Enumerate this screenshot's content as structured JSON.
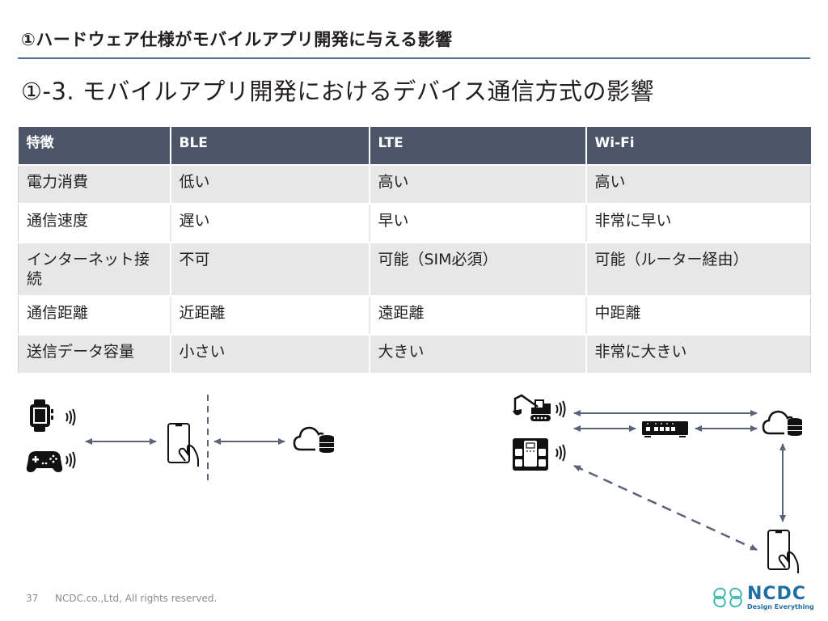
{
  "header": {
    "section_title": "①ハードウェア仕様がモバイルアプリ開発に与える影響",
    "slide_title": "①-3. モバイルアプリ開発におけるデバイス通信方式の影響"
  },
  "table": {
    "headers": [
      "特徴",
      "BLE",
      "LTE",
      "Wi-Fi"
    ],
    "rows": [
      [
        "電力消費",
        "低い",
        "高い",
        "高い"
      ],
      [
        "通信速度",
        "遅い",
        "早い",
        "非常に早い"
      ],
      [
        "インターネット接続",
        "不可",
        "可能（SIM必須）",
        "可能（ルーター経由）"
      ],
      [
        "通信距離",
        "近距離",
        "遠距離",
        "中距離"
      ],
      [
        "送信データ容量",
        "小さい",
        "大きい",
        "非常に大きい"
      ]
    ]
  },
  "diagram": {
    "left": {
      "devices": [
        "smartwatch-icon",
        "game-controller-icon"
      ],
      "hub": "smartphone-icon",
      "destination": "cloud-database-icon"
    },
    "right": {
      "devices": [
        "excavator-icon",
        "body-scale-icon"
      ],
      "hub": "router-icon",
      "destination": "cloud-database-icon",
      "client": "smartphone-icon"
    },
    "colors": {
      "arrow": "#5a6478",
      "icon": "#111111"
    }
  },
  "footer": {
    "page_number": "37",
    "copyright": "NCDC.co.,Ltd, All rights reserved.",
    "logo_name": "NCDC",
    "logo_tagline": "Design Everything",
    "logo_color": "#1f6fa3",
    "logo_mark_color": "#3fb8b0"
  }
}
